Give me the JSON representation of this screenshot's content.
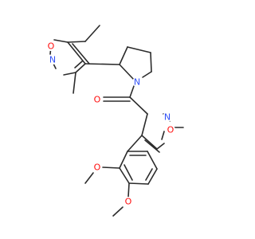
{
  "molecule": {
    "atoms": [
      {
        "symbol": "O",
        "color": "#ff0d0d"
      },
      {
        "symbol": "N",
        "color": "#3050f8"
      },
      {
        "symbol": "N",
        "color": "#3050f8"
      },
      {
        "symbol": "O",
        "color": "#ff0d0d"
      },
      {
        "symbol": "O",
        "color": "#ff0d0d"
      },
      {
        "symbol": "N",
        "color": "#3050f8"
      },
      {
        "symbol": "O",
        "color": "#ff0d0d"
      },
      {
        "symbol": "O",
        "color": "#ff0d0d"
      }
    ],
    "bond_color": "#2b2b2b"
  }
}
